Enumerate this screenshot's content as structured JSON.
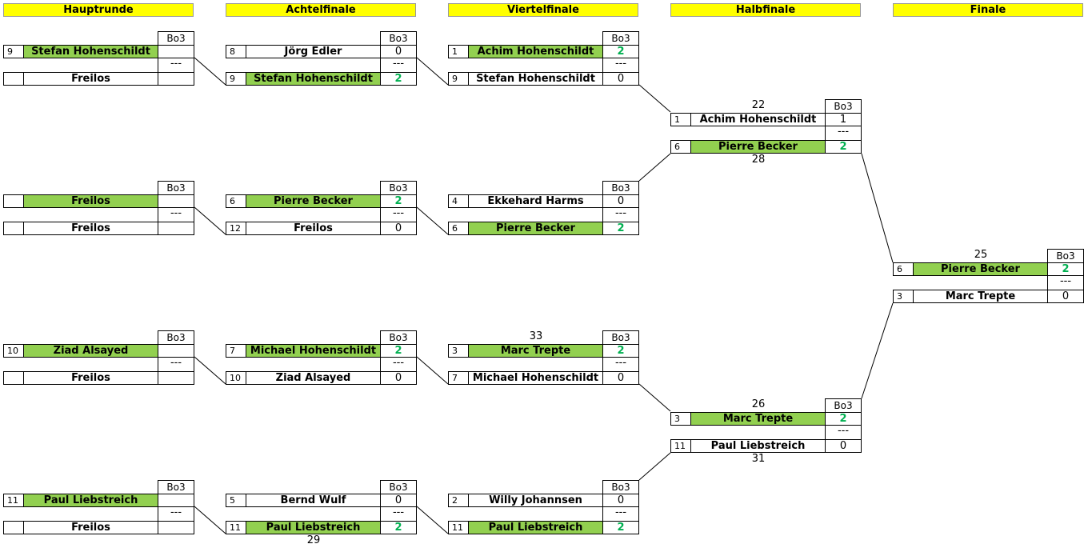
{
  "rounds": [
    "Hauptrunde",
    "Achtelfinale",
    "Viertelfinale",
    "Halbfinale",
    "Finale"
  ],
  "bo_label": "Bo3",
  "separator": "---",
  "matches": [
    {
      "id": "r1m1",
      "top": {
        "seed": "9",
        "name": "Stefan Hohenschildt",
        "score": "",
        "win": true
      },
      "bot": {
        "seed": "",
        "name": "Freilos",
        "score": "",
        "win": false
      }
    },
    {
      "id": "r1m2",
      "top": {
        "seed": "",
        "name": "Freilos",
        "score": "",
        "win": true
      },
      "bot": {
        "seed": "",
        "name": "Freilos",
        "score": "",
        "win": false
      }
    },
    {
      "id": "r1m3",
      "top": {
        "seed": "10",
        "name": "Ziad Alsayed",
        "score": "",
        "win": true
      },
      "bot": {
        "seed": "",
        "name": "Freilos",
        "score": "",
        "win": false
      }
    },
    {
      "id": "r1m4",
      "top": {
        "seed": "11",
        "name": "Paul Liebstreich",
        "score": "",
        "win": true
      },
      "bot": {
        "seed": "",
        "name": "Freilos",
        "score": "",
        "win": false
      }
    },
    {
      "id": "r2m1",
      "top": {
        "seed": "8",
        "name": "Jörg Edler",
        "score": "0",
        "win": false
      },
      "bot": {
        "seed": "9",
        "name": "Stefan Hohenschildt",
        "score": "2",
        "win": true
      }
    },
    {
      "id": "r2m2",
      "top": {
        "seed": "6",
        "name": "Pierre Becker",
        "score": "2",
        "win": true
      },
      "bot": {
        "seed": "12",
        "name": "Freilos",
        "score": "0",
        "win": false
      }
    },
    {
      "id": "r2m3",
      "top": {
        "seed": "7",
        "name": "Michael Hohenschildt",
        "score": "2",
        "win": true
      },
      "bot": {
        "seed": "10",
        "name": "Ziad Alsayed",
        "score": "0",
        "win": false
      }
    },
    {
      "id": "r2m4",
      "top": {
        "seed": "5",
        "name": "Bernd Wulf",
        "score": "0",
        "win": false
      },
      "bot": {
        "seed": "11",
        "name": "Paul Liebstreich",
        "score": "2",
        "win": true
      },
      "below": "29"
    },
    {
      "id": "r3m1",
      "top": {
        "seed": "1",
        "name": "Achim Hohenschildt",
        "score": "2",
        "win": true
      },
      "bot": {
        "seed": "9",
        "name": "Stefan Hohenschildt",
        "score": "0",
        "win": false
      }
    },
    {
      "id": "r3m2",
      "top": {
        "seed": "4",
        "name": "Ekkehard Harms",
        "score": "0",
        "win": false
      },
      "bot": {
        "seed": "6",
        "name": "Pierre Becker",
        "score": "2",
        "win": true
      }
    },
    {
      "id": "r3m3",
      "above": "33",
      "top": {
        "seed": "3",
        "name": "Marc Trepte",
        "score": "2",
        "win": true
      },
      "bot": {
        "seed": "7",
        "name": "Michael Hohenschildt",
        "score": "0",
        "win": false
      }
    },
    {
      "id": "r3m4",
      "top": {
        "seed": "2",
        "name": "Willy Johannsen",
        "score": "0",
        "win": false
      },
      "bot": {
        "seed": "11",
        "name": "Paul Liebstreich",
        "score": "2",
        "win": true
      }
    },
    {
      "id": "r4m1",
      "above": "22",
      "top": {
        "seed": "1",
        "name": "Achim Hohenschildt",
        "score": "1",
        "win": false
      },
      "bot": {
        "seed": "6",
        "name": "Pierre Becker",
        "score": "2",
        "win": true
      },
      "below": "28"
    },
    {
      "id": "r4m2",
      "above": "26",
      "top": {
        "seed": "3",
        "name": "Marc Trepte",
        "score": "2",
        "win": true
      },
      "bot": {
        "seed": "11",
        "name": "Paul Liebstreich",
        "score": "0",
        "win": false
      },
      "below": "31"
    },
    {
      "id": "r5m1",
      "above": "25",
      "top": {
        "seed": "6",
        "name": "Pierre Becker",
        "score": "2",
        "win": true
      },
      "bot": {
        "seed": "3",
        "name": "Marc Trepte",
        "score": "0",
        "win": false
      }
    }
  ]
}
